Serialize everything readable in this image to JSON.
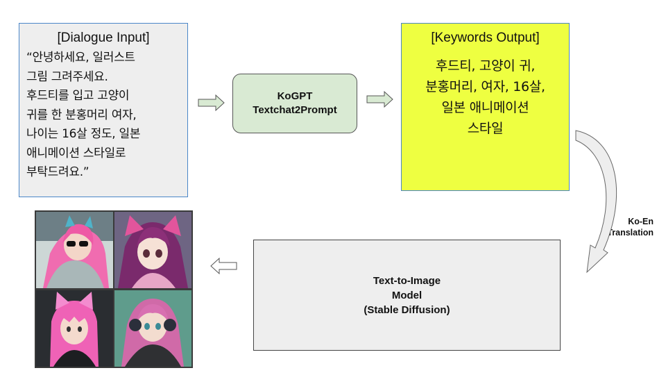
{
  "dialogue": {
    "title": "[Dialogue Input]",
    "lines": [
      "“안녕하세요, 일러스트",
      "그림 그려주세요.",
      "후드티를 입고 고양이",
      "귀를 한 분홍머리 여자,",
      "나이는 16살 정도, 일본",
      "애니메이션 스타일로",
      "부탁드려요.”"
    ]
  },
  "kogpt": {
    "line1": "KoGPT",
    "line2": "Textchat2Prompt"
  },
  "keywords": {
    "title": "[Keywords Output]",
    "lines": [
      "후드티, 고양이 귀,",
      "분홍머리, 여자, 16살,",
      "일본 애니메이션",
      "스타일"
    ]
  },
  "translation": {
    "line1": "Ko-En",
    "line2": "Translation"
  },
  "t2i": {
    "line1": "Text-to-Image",
    "line2": "Model",
    "line3": "(Stable Diffusion)"
  },
  "colors": {
    "dialogue_bg": "#eeeeee",
    "keywords_bg": "#eeff41",
    "kogpt_bg": "#d9ead3",
    "box_border": "#4a86c8",
    "arrow_fill": "#d9ead3"
  }
}
